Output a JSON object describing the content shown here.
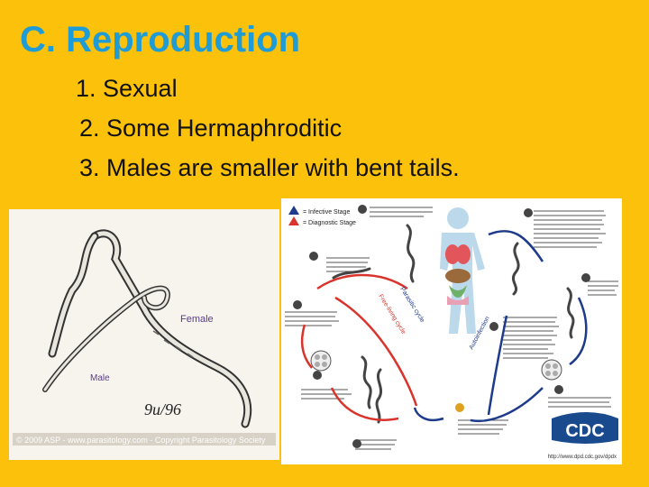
{
  "slide": {
    "title": "C. Reproduction",
    "bullets": [
      "1. Sexual",
      "2. Some Hermaphroditic",
      "3. Males are smaller with bent tails."
    ]
  },
  "left_figure": {
    "female_label": "Female",
    "male_label": "Male",
    "date_note": "9u/96",
    "credit": "© 2009 ASP - www.parasitology.com - Copyright Parasitology Society"
  },
  "right_figure": {
    "legend_infective": "= Infective Stage",
    "legend_diagnostic": "= Diagnostic Stage",
    "autoinfection_label": "Autoinfection",
    "free_living_label": "Free-living cycle",
    "parasitic_label": "Parasitic cycle",
    "cdc_logo": "CDC",
    "cdc_url": "http://www.dpd.cdc.gov/dpdx",
    "colors": {
      "red_cycle": "#D9342B",
      "blue_cycle": "#1E3A8A",
      "cdc_blue": "#1A4A8E"
    }
  }
}
